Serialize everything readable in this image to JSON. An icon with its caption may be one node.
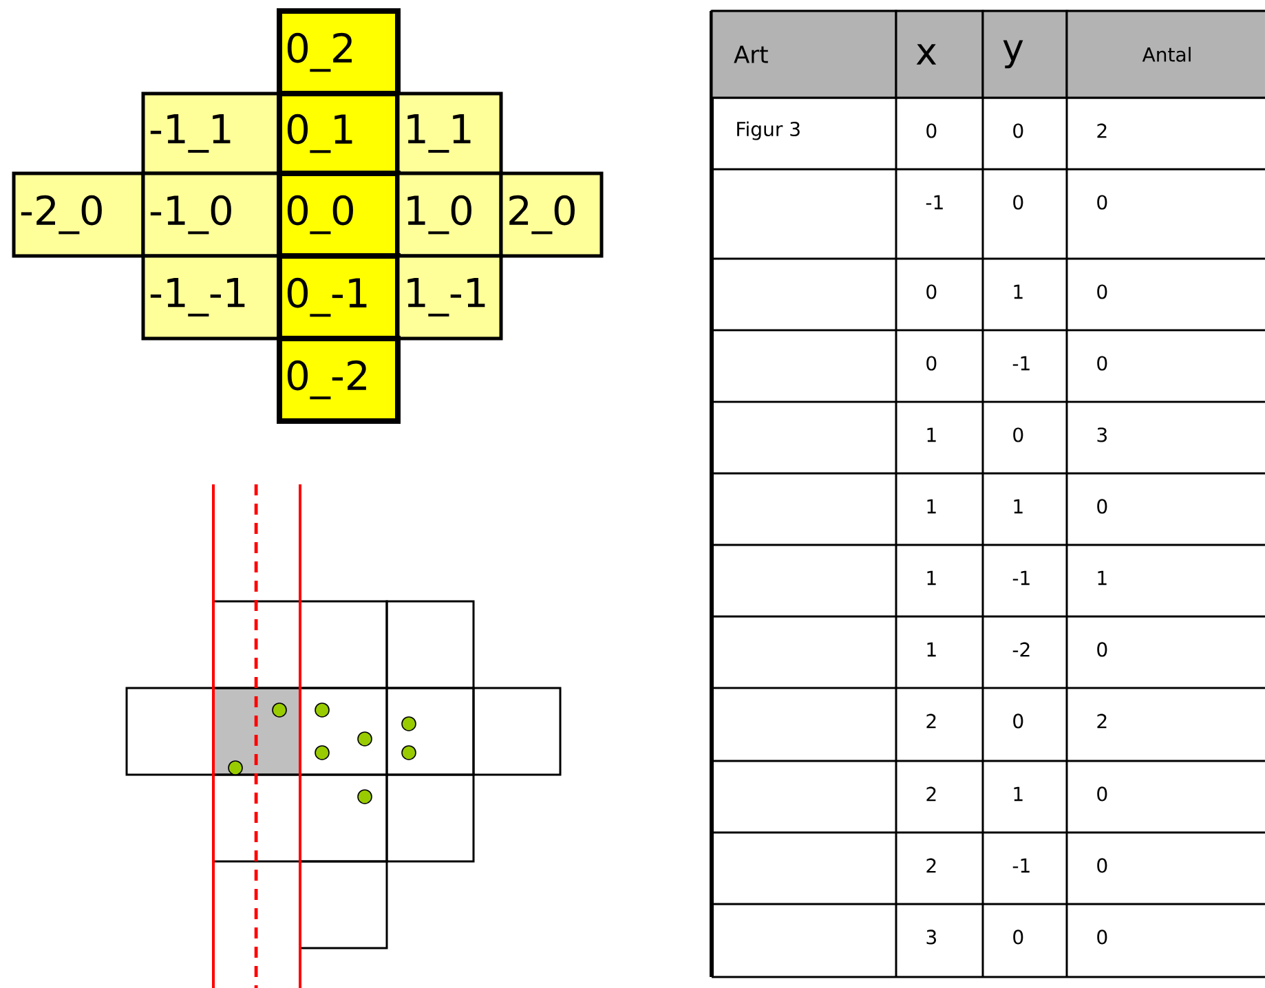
{
  "diagram": {
    "nodes": [
      {
        "text": [
          "0_2"
        ]
      },
      {
        "text": [
          "-1_1"
        ]
      },
      {
        "text": [
          "0_1"
        ]
      },
      {
        "text": [
          "1_1"
        ]
      },
      {
        "text": [
          "-2_0"
        ]
      },
      {
        "text": [
          "-1_0"
        ]
      },
      {
        "text": [
          "0_0"
        ]
      },
      {
        "text": [
          "1_0"
        ]
      },
      {
        "text": [
          "2_0"
        ]
      },
      {
        "text": [
          "-1_-1"
        ]
      },
      {
        "text": [
          "0_-1"
        ]
      },
      {
        "text": [
          "1_-1"
        ]
      },
      {
        "text": [
          "0_-2"
        ]
      }
    ],
    "labels": [
      "Art",
      "x",
      "y",
      "Antal",
      "Figur 3",
      "0",
      "0",
      "2",
      "-1",
      "0",
      "0",
      "0",
      "1",
      "0",
      "0",
      "-1",
      "0",
      "1",
      "0",
      "3",
      "1",
      "1",
      "0",
      "1",
      "-1",
      "1",
      "1",
      "-2",
      "0",
      "2",
      "0",
      "2",
      "2",
      "1",
      "0",
      "2",
      "-1",
      "0",
      "3",
      "0",
      "0"
    ]
  }
}
